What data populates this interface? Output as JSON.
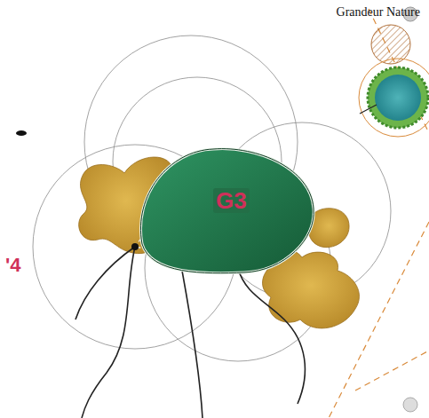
{
  "diagram": {
    "title": "Grandeur Nature",
    "nodes": [
      {
        "text": [
          "G3"
        ]
      }
    ],
    "labels": [
      "'4"
    ]
  }
}
